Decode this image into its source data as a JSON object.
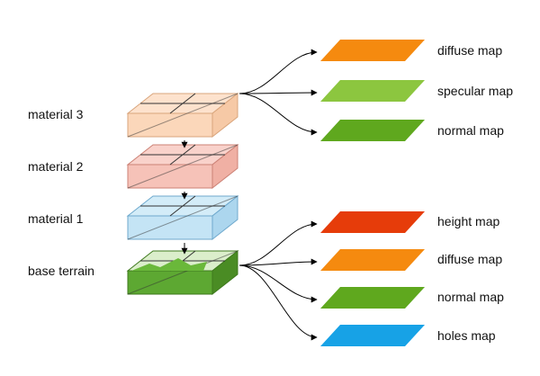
{
  "layers": [
    {
      "label": "material 3",
      "fill_top": "#fde2cd",
      "fill_front": "#fbd7ba",
      "fill_side": "#f6c9a6",
      "stroke": "#d9a57c"
    },
    {
      "label": "material 2",
      "fill_top": "#f9d2cb",
      "fill_front": "#f6c2b8",
      "fill_side": "#f0b0a4",
      "stroke": "#cc8276"
    },
    {
      "label": "material 1",
      "fill_top": "#d3ecf8",
      "fill_front": "#c4e4f5",
      "fill_side": "#acd6ee",
      "stroke": "#6fa9cd"
    },
    {
      "label": "base terrain",
      "fill_top": "#dbeecb",
      "fill_front": "#5da832",
      "fill_side": "#4a8c24",
      "stroke": "#3f7a1e"
    }
  ],
  "material_maps": [
    {
      "label": "diffuse map",
      "color": "#f58a0f"
    },
    {
      "label": "specular map",
      "color": "#8cc63f"
    },
    {
      "label": "normal map",
      "color": "#5fa81e"
    }
  ],
  "terrain_maps": [
    {
      "label": "height map",
      "color": "#e63c0a"
    },
    {
      "label": "diffuse map",
      "color": "#f58a0f"
    },
    {
      "label": "normal map",
      "color": "#5fa81e"
    },
    {
      "label": "holes map",
      "color": "#17a2e6"
    }
  ]
}
